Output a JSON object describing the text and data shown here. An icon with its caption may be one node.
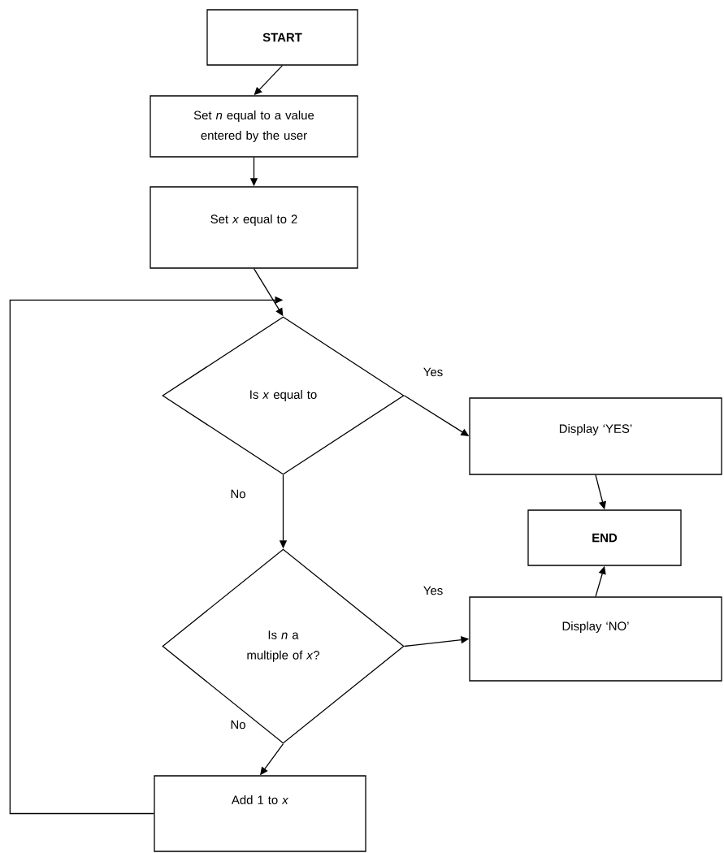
{
  "diagram": {
    "nodes": [
      {
        "text": [
          "START"
        ]
      },
      {
        "text": [
          "Set *n* equal to a value entered by the user"
        ]
      },
      {
        "text": [
          "Set *x* equal to 2"
        ]
      },
      {
        "text": [
          "Is *x* equal to"
        ]
      },
      {
        "text": [
          "Display ‘YES’"
        ]
      },
      {
        "text": [
          "END"
        ]
      },
      {
        "text": [
          "Is *n* a multiple of *x*?"
        ]
      },
      {
        "text": [
          "Display ‘NO’"
        ]
      },
      {
        "text": [
          "Add 1 to *x*"
        ]
      }
    ],
    "edges": [
      {
        "from": 0,
        "to": 1,
        "arrow": "to"
      },
      {
        "from": 1,
        "to": 2,
        "arrow": "to"
      },
      {
        "from": 2,
        "to": 3,
        "arrow": "to"
      },
      {
        "from": 3,
        "to": 4,
        "arrow": "to",
        "label": "Yes"
      },
      {
        "from": 3,
        "to": 6,
        "arrow": "to",
        "label": "No"
      },
      {
        "from": 4,
        "to": 5,
        "arrow": "to"
      },
      {
        "from": 6,
        "to": 7,
        "arrow": "to",
        "label": "Yes"
      },
      {
        "from": 6,
        "to": 8,
        "arrow": "to",
        "label": "No"
      },
      {
        "from": 7,
        "to": 5,
        "arrow": "to"
      },
      {
        "from": 8,
        "to": 3,
        "arrow": "to"
      }
    ]
  }
}
